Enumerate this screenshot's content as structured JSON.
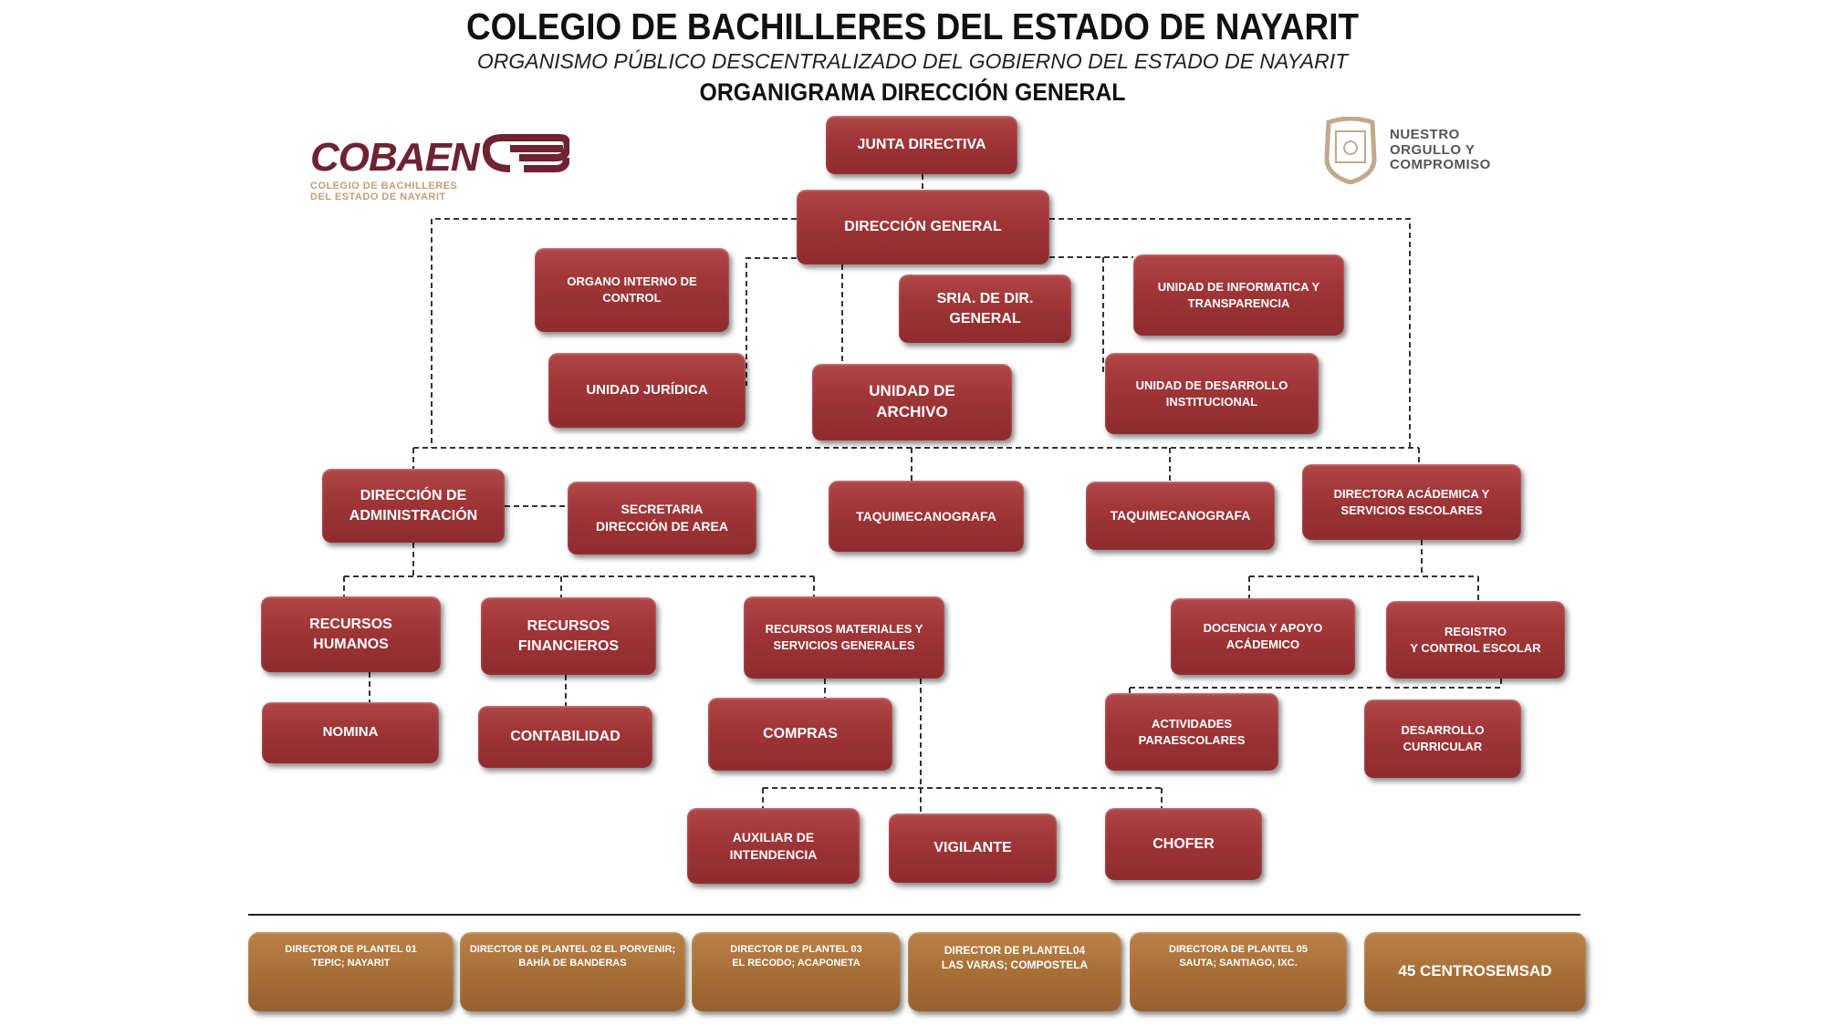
{
  "header": {
    "title": "COLEGIO DE BACHILLERES DEL ESTADO DE NAYARIT",
    "subtitle": "ORGANISMO PÚBLICO DESCENTRALIZADO DEL GOBIERNO DEL ESTADO DE NAYARIT",
    "chart_title": "ORGANIGRAMA DIRECCIÓN GENERAL"
  },
  "logo": {
    "name": "COBAEN",
    "sub": "COLEGIO DE BACHILLERES\nDEL ESTADO DE NAYARIT"
  },
  "motto": "NUESTRO\nORGULLO Y\nCOMPROMISO",
  "colors": {
    "box": "#a03638",
    "plantel": "#a96f38",
    "line": "#333333"
  },
  "nodes": [
    {
      "id": "junta",
      "label": "JUNTA DIRECTIVA"
    },
    {
      "id": "dg",
      "label": "DIRECCIÓN GENERAL"
    },
    {
      "id": "organo",
      "label": "ORGANO INTERNO DE\nCONTROL"
    },
    {
      "id": "sria",
      "label": "SRIA. DE DIR.\nGENERAL"
    },
    {
      "id": "informatica",
      "label": "UNIDAD DE INFORMATICA Y\nTRANSPARENCIA"
    },
    {
      "id": "juridica",
      "label": "UNIDAD JURÍDICA"
    },
    {
      "id": "archivo",
      "label": "UNIDAD DE\nARCHIVO"
    },
    {
      "id": "desarrollo",
      "label": "UNIDAD DE DESARROLLO\nINSTITUCIONAL"
    },
    {
      "id": "admin",
      "label": "DIRECCIÓN DE\nADMINISTRACIÓN"
    },
    {
      "id": "secretaria",
      "label": "SECRETARIA\nDIRECCIÓN DE AREA"
    },
    {
      "id": "taqui1",
      "label": "TAQUIMECANOGRAFA"
    },
    {
      "id": "taqui2",
      "label": "TAQUIMECANOGRAFA"
    },
    {
      "id": "academica",
      "label": "DIRECTORA ACÁDEMICA  Y\nSERVICIOS ESCOLARES"
    },
    {
      "id": "rh",
      "label": "RECURSOS\nHUMANOS"
    },
    {
      "id": "rf",
      "label": "RECURSOS\nFINANCIEROS"
    },
    {
      "id": "rmat",
      "label": "RECURSOS MATERIALES  Y\nSERVICIOS GENERALES"
    },
    {
      "id": "docencia",
      "label": "DOCENCIA Y  APOYO\nACÁDEMICO"
    },
    {
      "id": "registro",
      "label": "REGISTRO\nY CONTROL ESCOLAR"
    },
    {
      "id": "nomina",
      "label": "NOMINA"
    },
    {
      "id": "contabilidad",
      "label": "CONTABILIDAD"
    },
    {
      "id": "compras",
      "label": "COMPRAS"
    },
    {
      "id": "actividades",
      "label": "ACTIVIDADES\nPARAESCOLARES"
    },
    {
      "id": "curricular",
      "label": "DESARROLLO\nCURRICULAR"
    },
    {
      "id": "auxiliar",
      "label": "AUXILIAR DE\nINTENDENCIA"
    },
    {
      "id": "vigilante",
      "label": "VIGILANTE"
    },
    {
      "id": "chofer",
      "label": "CHOFER"
    }
  ],
  "planteles": [
    {
      "id": "p01",
      "label": "DIRECTOR DE PLANTEL 01\nTEPIC; NAYARIT"
    },
    {
      "id": "p02",
      "label": "DIRECTOR DE PLANTEL 02 EL PORVENIR;\nBAHÍA DE BANDERAS"
    },
    {
      "id": "p03",
      "label": "DIRECTOR DE PLANTEL 03\nEL RECODO; ACAPONETA"
    },
    {
      "id": "p04",
      "label": "DIRECTOR DE PLANTEL04\nLAS VARAS; COMPOSTELA"
    },
    {
      "id": "p05",
      "label": "DIRECTORA DE PLANTEL 05\nSAUTA; SANTIAGO, IXC."
    },
    {
      "id": "emsad",
      "label": "45 CENTROSEMSAD"
    }
  ]
}
